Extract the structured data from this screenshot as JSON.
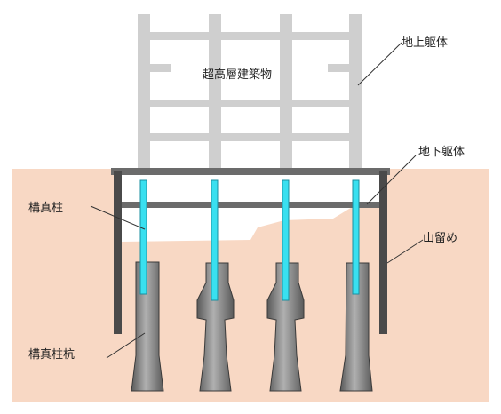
{
  "labels": {
    "building": "超高層建築物",
    "above_ground_frame": "地上躯体",
    "below_ground_frame": "地下躯体",
    "column": "構真柱",
    "retaining_wall": "山留め",
    "column_pile": "構真柱杭"
  },
  "colors": {
    "soil": "#f8d8c4",
    "above_ground_frame": "#cfcfcf",
    "below_ground_frame": "#6b6b6b",
    "retaining_wall": "#4a4a4a",
    "column": "#39e0f0",
    "pile_light": "#b0b0b0",
    "pile_dark": "#5a5a5a",
    "leader_line": "#333333"
  }
}
